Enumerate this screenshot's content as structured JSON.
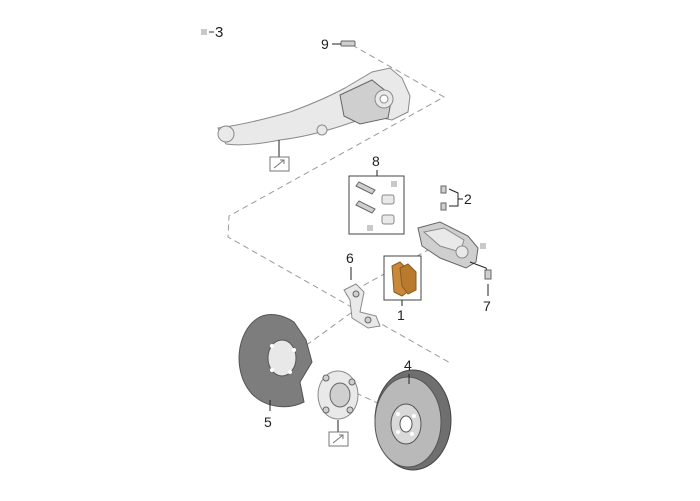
{
  "legend": {
    "number": "3"
  },
  "callouts": {
    "p1": "1",
    "p2": "2",
    "p4": "4",
    "p5": "5",
    "p6": "6",
    "p7": "7",
    "p8": "8",
    "p9": "9"
  },
  "icons": {
    "ref_icon_top": "reference-arrow-icon",
    "ref_icon_bottom": "reference-arrow-icon"
  },
  "colors": {
    "pad_highlight": "#c8893a",
    "line": "#222222",
    "dash": "#9a9a9a"
  }
}
